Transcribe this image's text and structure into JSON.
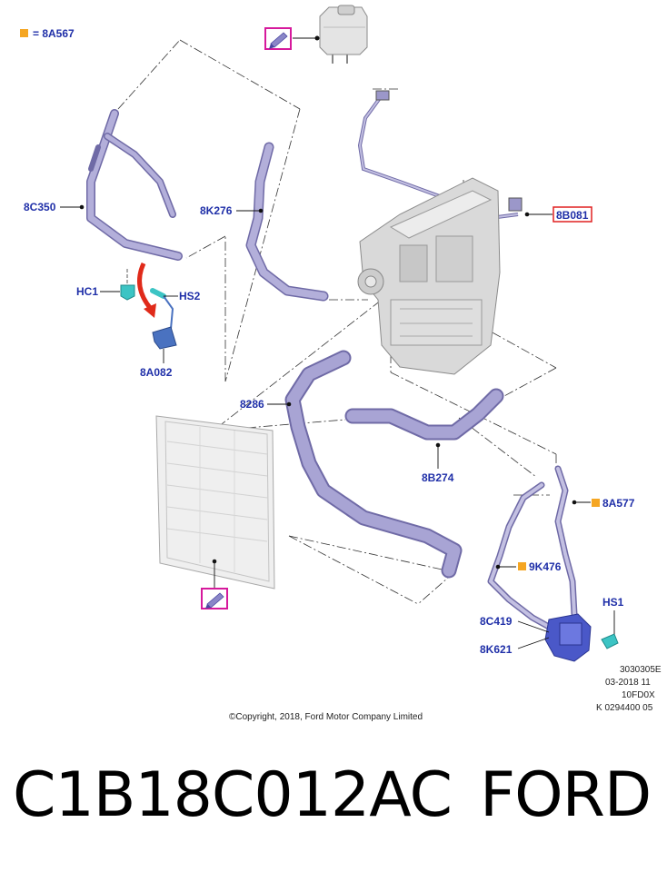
{
  "legend": {
    "text": "= 8A567",
    "color": "#f5a623"
  },
  "labels": {
    "l8c350": "8C350",
    "l8k276": "8K276",
    "l8b081": "8B081",
    "lhc1": "HC1",
    "lhs2": "HS2",
    "l8a082": "8A082",
    "l8286": "8286",
    "l8b274": "8B274",
    "l8a577": "8A577",
    "l9k476": "9K476",
    "lhs1": "HS1",
    "l8c419": "8C419",
    "l8k621": "8K621"
  },
  "meta": {
    "line1": "3030305E",
    "line2": "03-2018 11",
    "line3": "10FD0X",
    "line4": "K 0294400 05"
  },
  "copyright": "©Copyright, 2018, Ford Motor Company Limited",
  "footer": {
    "part_number": "C1B18C012AC",
    "brand": "FORD"
  },
  "colors": {
    "hose": "#9b97c9",
    "hose_dark": "#6f6aa6",
    "clip": "#3cc4c4",
    "bracket": "#4a72c0",
    "label": "#1f2fa8",
    "callout_box": "#d6199c",
    "highlight_box": "#e02020",
    "arrow": "#e02a1a"
  }
}
